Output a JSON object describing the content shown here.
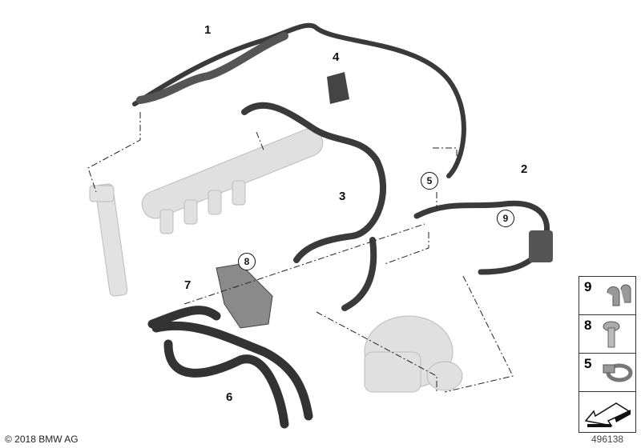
{
  "callouts": [
    {
      "id": "1",
      "label": "1",
      "circled": false
    },
    {
      "id": "2",
      "label": "2",
      "circled": false
    },
    {
      "id": "3",
      "label": "3",
      "circled": false
    },
    {
      "id": "4",
      "label": "4",
      "circled": false
    },
    {
      "id": "5",
      "label": "5",
      "circled": true
    },
    {
      "id": "6",
      "label": "6",
      "circled": false
    },
    {
      "id": "7",
      "label": "7",
      "circled": false
    },
    {
      "id": "8",
      "label": "8",
      "circled": true
    },
    {
      "id": "9",
      "label": "9",
      "circled": true
    }
  ],
  "legend": [
    {
      "label": "9",
      "part": "hose-clip-icon"
    },
    {
      "label": "8",
      "part": "screw-icon"
    },
    {
      "label": "5",
      "part": "hose-clamp-icon"
    },
    {
      "label": "",
      "part": "direction-arrow-icon"
    }
  ],
  "footer": {
    "copyright": "© 2018 BMW AG",
    "diagram_id": "496138"
  },
  "colors": {
    "hose": "#3a3a3a",
    "ghost_part": "#d8d8d8",
    "line": "#222222"
  }
}
